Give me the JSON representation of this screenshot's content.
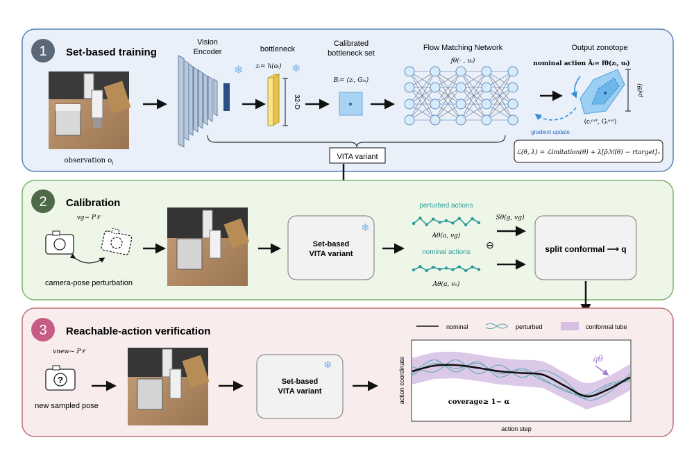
{
  "panel1": {
    "number": "1",
    "title": "Set-based training",
    "observation_label": "observation o",
    "observation_sub": "i",
    "encoder_label_1": "Vision",
    "encoder_label_2": "Encoder",
    "bottleneck_label": "bottleneck",
    "bottleneck_eq": "zᵢ= h(oᵢ)",
    "dim_label": "32-D",
    "calib_set_label_1": "Calibrated",
    "calib_set_label_2": "bottleneck set",
    "calib_set_eq": "Bᵢ= ⟨zᵢ, Gᵢₙ⟩",
    "flow_label": "Flow Matching Network",
    "flow_eq": "fθ(· , uᵢ)",
    "zonotope_label": "Output zonotope",
    "nominal_action_eq": "nominal action Ãᵢ= fθ(zᵢ, uᵢ)",
    "rho_label": "ρᵢ(θ)",
    "zonotope_eq": "⟨cᵢᵒᵘᵗ, Gᵢᵒᵘᵗ⟩",
    "gradient_label": "gradient update",
    "loss_eq": "ℒ(θ, λ) = ℒimitation(θ) + λ[ρ̄ℳ(θ) − rtarget]₊",
    "variant_box": "VITA variant",
    "colors": {
      "panel_bg": "#eaf0fa",
      "panel_border": "#5a7fb8",
      "accent": "#2f6cc0"
    }
  },
  "panel2": {
    "number": "2",
    "title": "Calibration",
    "sample_eq": "vg∼ P𝒱",
    "camera_label": "camera-pose perturbation",
    "model_label_1": "Set-based",
    "model_label_2": "VITA variant",
    "perturbed_label": "perturbed actions",
    "perturbed_eq": "Aθ(a, vg)",
    "nominal_label": "nominal actions",
    "nominal_eq": "Aθ(a, v₀)",
    "score_eq": "Sθ(g, vg)",
    "minus": "⊖",
    "conformal_label": "split conformal ⟶ q",
    "colors": {
      "panel_bg": "#eef6e8",
      "panel_border": "#7fb06a",
      "teal": "#2b9a98"
    }
  },
  "panel3": {
    "number": "3",
    "title": "Reachable-action verification",
    "sample_eq": "vnew∼ P𝒱",
    "pose_label": "new sampled pose",
    "model_label_1": "Set-based",
    "model_label_2": "VITA variant",
    "legend": [
      "nominal",
      "perturbed",
      "conformal tube"
    ],
    "q_label": "qθ",
    "coverage_label": "coverage≥ 1− α",
    "ylabel": "action coordinate",
    "xlabel": "action step",
    "colors": {
      "panel_bg": "#f8eced",
      "panel_border": "#c26d76",
      "tube": "#d6bfe3",
      "perturbed": "#4aa3a8"
    }
  },
  "chart_data": {
    "type": "line",
    "title": "",
    "xlabel": "action step",
    "ylabel": "action coordinate",
    "x": [
      0,
      1,
      2,
      3,
      4,
      5,
      6,
      7,
      8,
      9,
      10
    ],
    "series": [
      {
        "name": "nominal",
        "values": [
          0.62,
          0.78,
          0.8,
          0.72,
          0.62,
          0.57,
          0.52,
          0.2,
          -0.1,
          0.1,
          0.45
        ]
      },
      {
        "name": "perturbed",
        "values": [
          0.55,
          0.95,
          0.6,
          0.9,
          0.45,
          0.7,
          0.4,
          0.05,
          -0.05,
          0.25,
          0.4
        ]
      },
      {
        "name": "perturbed",
        "values": [
          0.75,
          0.6,
          0.95,
          0.55,
          0.8,
          0.45,
          0.65,
          0.35,
          -0.2,
          0.0,
          0.55
        ]
      },
      {
        "name": "perturbed",
        "values": [
          0.5,
          0.85,
          0.7,
          0.85,
          0.55,
          0.65,
          0.35,
          0.1,
          -0.15,
          0.2,
          0.35
        ]
      }
    ],
    "band": {
      "name": "conformal tube",
      "halfwidth": 0.38
    },
    "ylim": [
      -0.8,
      1.5
    ],
    "grid": false,
    "legend_position": "top"
  }
}
